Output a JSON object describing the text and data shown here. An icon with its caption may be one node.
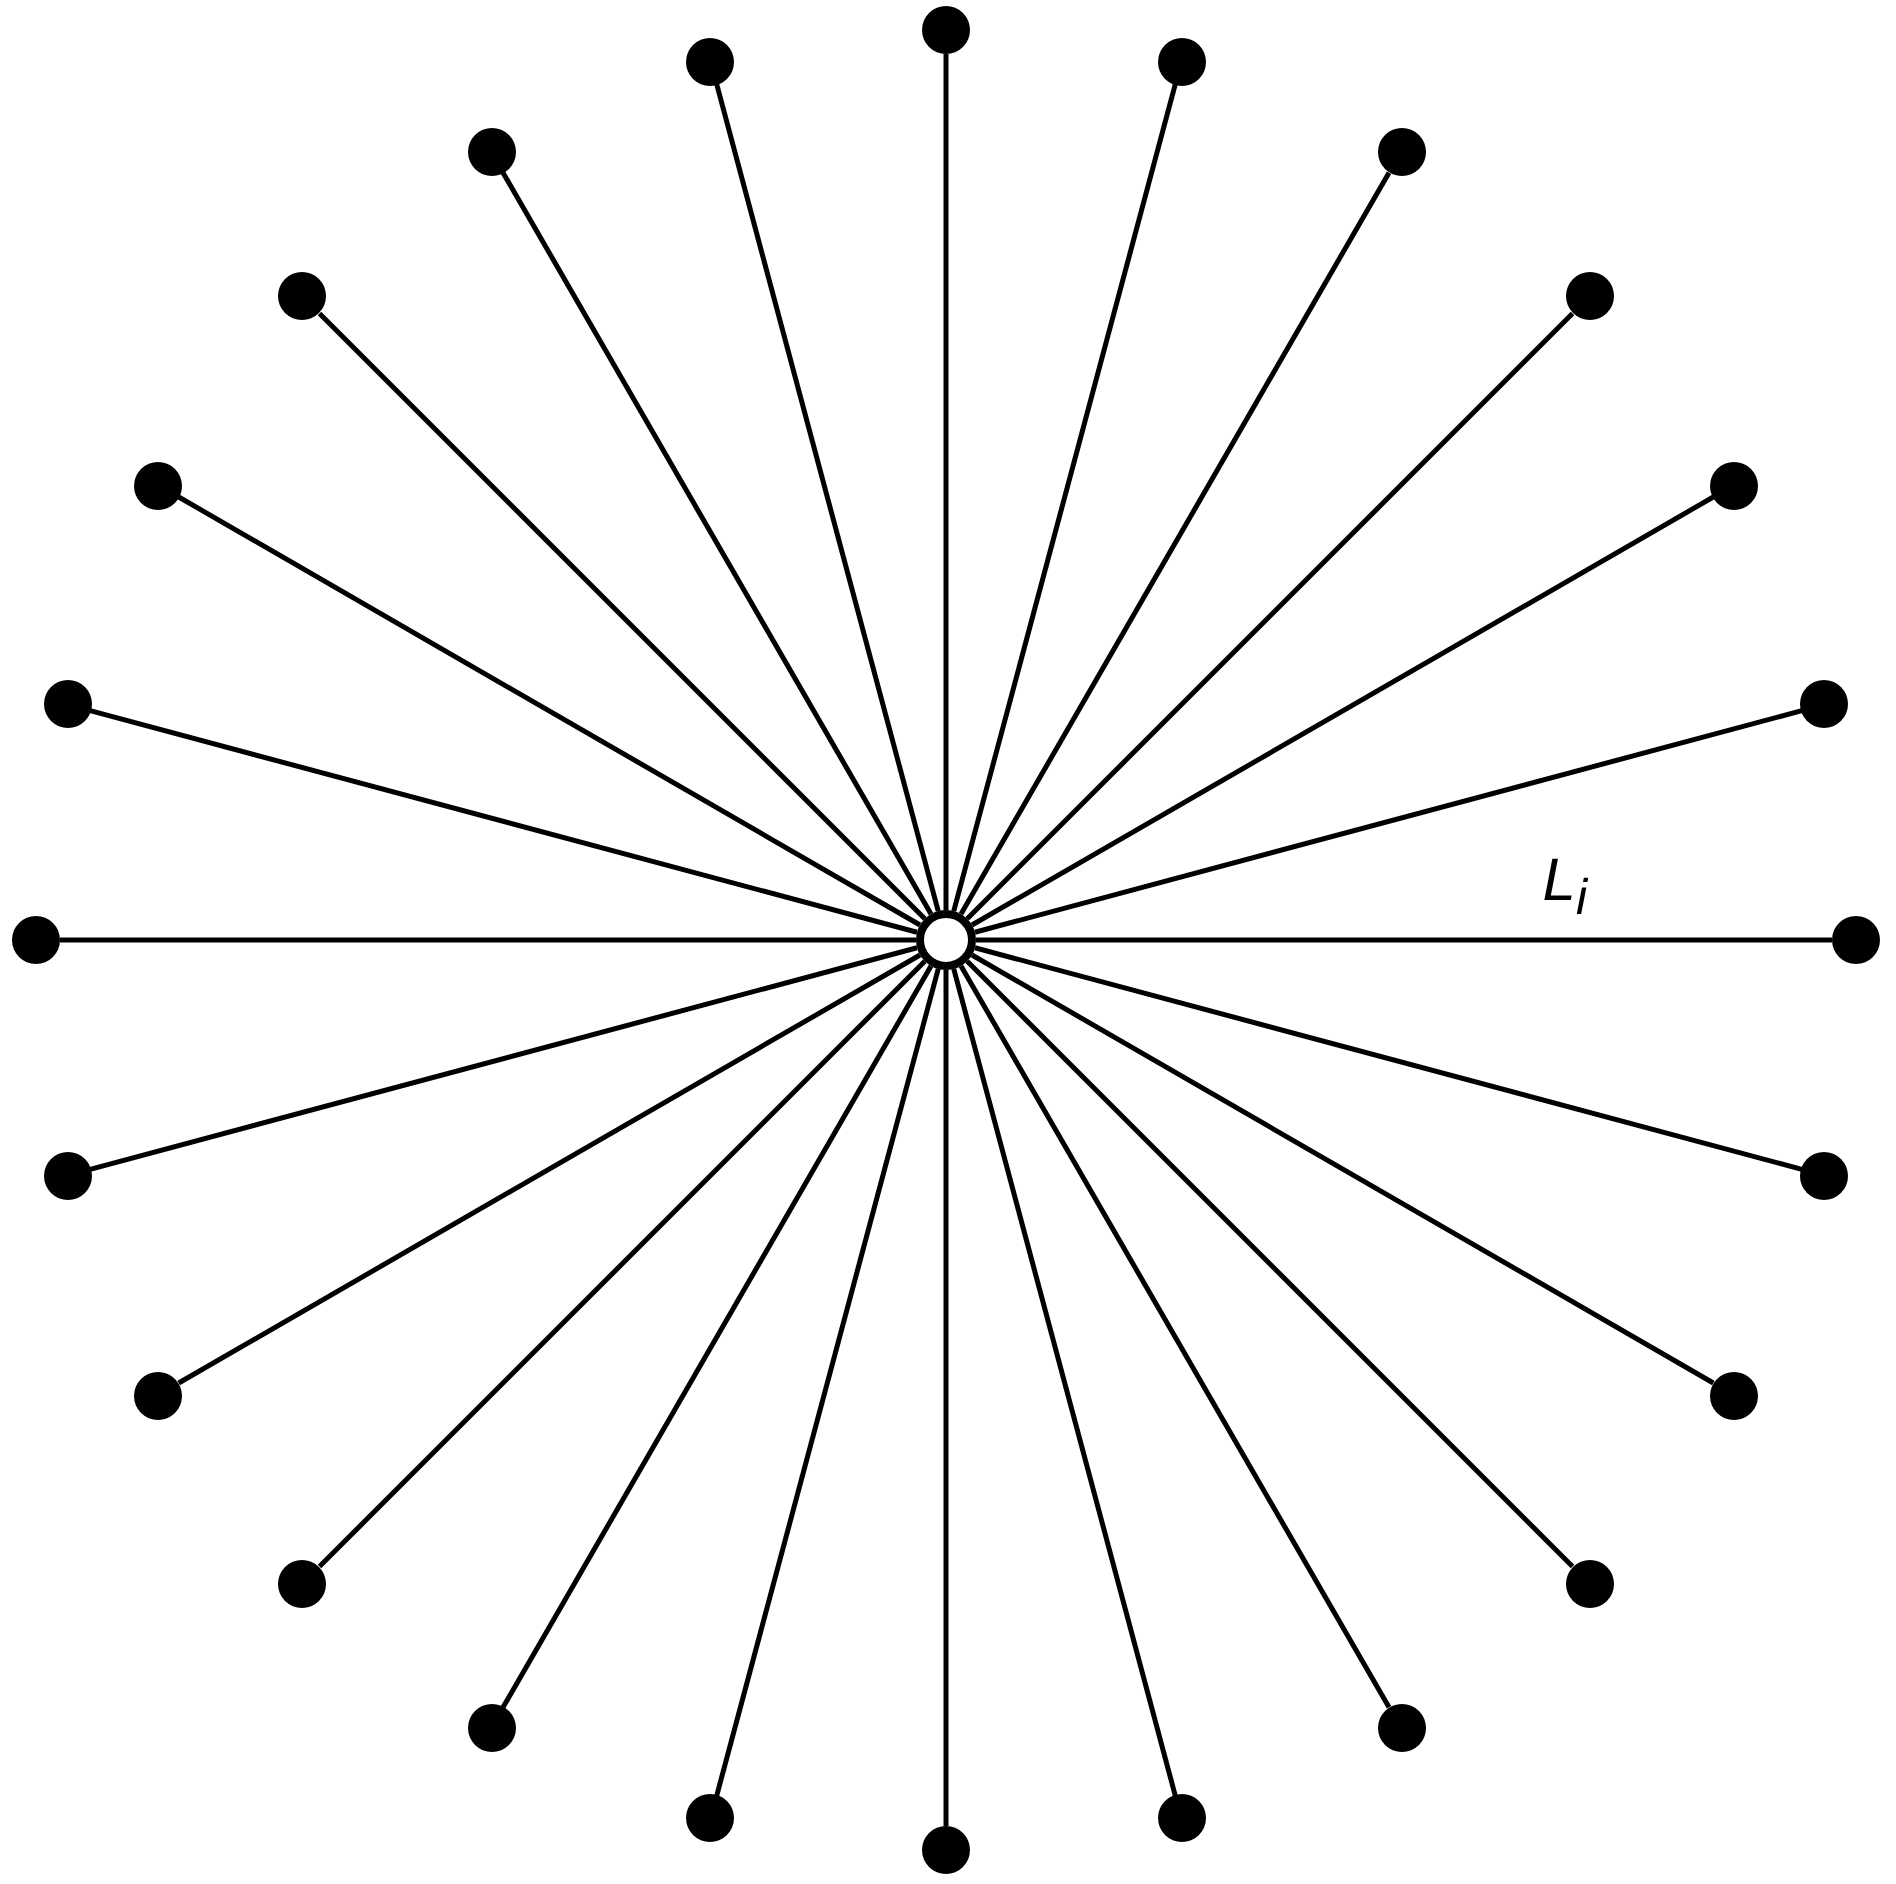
{
  "diagram": {
    "nodes": [
      {
        "text": [],
        "shape": "circle"
      },
      {
        "text": [],
        "shape": "circle"
      },
      {
        "text": [],
        "shape": "circle"
      },
      {
        "text": [],
        "shape": "circle"
      },
      {
        "text": [],
        "shape": "circle"
      },
      {
        "text": [],
        "shape": "circle"
      },
      {
        "text": [],
        "shape": "circle"
      },
      {
        "text": [],
        "shape": "circle"
      },
      {
        "text": [],
        "shape": "circle"
      },
      {
        "text": [],
        "shape": "circle"
      },
      {
        "text": [],
        "shape": "circle"
      },
      {
        "text": [],
        "shape": "circle"
      },
      {
        "text": [],
        "shape": "circle"
      },
      {
        "text": [],
        "shape": "circle"
      },
      {
        "text": [],
        "shape": "circle"
      },
      {
        "text": [],
        "shape": "circle"
      },
      {
        "text": [],
        "shape": "circle"
      },
      {
        "text": [],
        "shape": "circle"
      },
      {
        "text": [],
        "shape": "circle"
      },
      {
        "text": [],
        "shape": "circle"
      },
      {
        "text": [],
        "shape": "circle"
      },
      {
        "text": [],
        "shape": "circle"
      },
      {
        "text": [],
        "shape": "circle"
      },
      {
        "text": [],
        "shape": "circle"
      },
      {
        "text": [],
        "shape": "circle"
      }
    ],
    "edges": [
      {
        "from": 12,
        "to": 0,
        "arrow": "none"
      },
      {
        "from": 12,
        "to": 1,
        "arrow": "none"
      },
      {
        "from": 12,
        "to": 2,
        "arrow": "none"
      },
      {
        "from": 12,
        "to": 3,
        "arrow": "none"
      },
      {
        "from": 12,
        "to": 4,
        "arrow": "none"
      },
      {
        "from": 12,
        "to": 5,
        "arrow": "none"
      },
      {
        "from": 12,
        "to": 6,
        "arrow": "none"
      },
      {
        "from": 12,
        "to": 7,
        "arrow": "none"
      },
      {
        "from": 12,
        "to": 8,
        "arrow": "none"
      },
      {
        "from": 12,
        "to": 9,
        "arrow": "none"
      },
      {
        "from": 12,
        "to": 10,
        "arrow": "none"
      },
      {
        "from": 12,
        "to": 11,
        "arrow": "none"
      },
      {
        "from": 12,
        "to": 13,
        "arrow": "none",
        "label": "L$_{i}$"
      },
      {
        "from": 12,
        "to": 14,
        "arrow": "none"
      },
      {
        "from": 12,
        "to": 15,
        "arrow": "none"
      },
      {
        "from": 12,
        "to": 16,
        "arrow": "none"
      },
      {
        "from": 12,
        "to": 17,
        "arrow": "none"
      },
      {
        "from": 12,
        "to": 18,
        "arrow": "none"
      },
      {
        "from": 12,
        "to": 19,
        "arrow": "none"
      },
      {
        "from": 12,
        "to": 20,
        "arrow": "none"
      },
      {
        "from": 12,
        "to": 21,
        "arrow": "none"
      },
      {
        "from": 12,
        "to": 22,
        "arrow": "none"
      },
      {
        "from": 12,
        "to": 23,
        "arrow": "none"
      },
      {
        "from": 12,
        "to": 24,
        "arrow": "none"
      }
    ]
  }
}
